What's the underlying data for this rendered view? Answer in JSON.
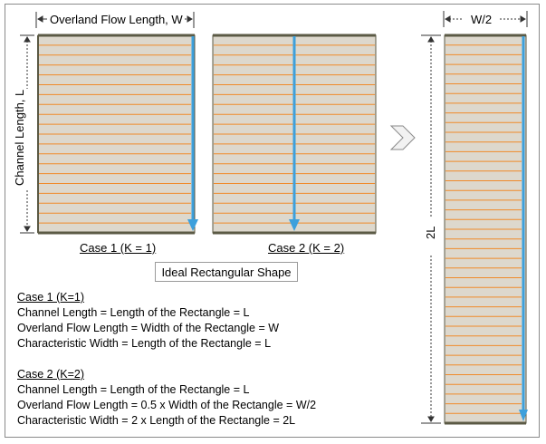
{
  "labels": {
    "overland_flow_length": "Overland Flow Length, W",
    "channel_length": "Channel Length, L",
    "half_width": "W/2",
    "double_length": "2L",
    "case1_caption": "Case 1 (K = 1)",
    "case2_caption": "Case 2 (K = 2)",
    "ideal_shape": "Ideal Rectangular Shape"
  },
  "notes": {
    "case1": {
      "heading": "Case 1 (K=1)",
      "lines": [
        "Channel Length = Length of the Rectangle = L",
        "Overland Flow Length = Width of the Rectangle = W",
        "Characteristic Width = Length of the Rectangle = L"
      ]
    },
    "case2": {
      "heading": "Case 2 (K=2)",
      "lines": [
        "Channel Length = Length of the Rectangle = L",
        "Overland Flow Length = 0.5 x Width of the Rectangle = W/2",
        "Characteristic Width = 2 x Length of the Rectangle = 2L"
      ]
    }
  },
  "colors": {
    "rectangle_fill": "#ddd8cd",
    "rectangle_border": "#5b5a45",
    "flow_lines": "#f08a2a",
    "channel": "#3da0dc",
    "dimension_lines": "#333333",
    "frame": "#8a8a8a"
  },
  "icons": {
    "transform_arrow": "chevron-right-icon",
    "channel_arrow": "arrow-down-icon"
  }
}
